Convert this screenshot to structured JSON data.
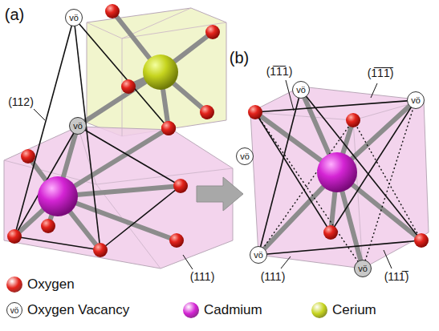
{
  "diagram": {
    "nodes": [
      {
        "text": [
          "vö"
        ]
      },
      {
        "text": [
          "vö"
        ]
      },
      {
        "text": [
          "vö"
        ]
      },
      {
        "text": [
          "vö"
        ]
      },
      {
        "text": [
          "vö"
        ]
      },
      {
        "text": [
          "vö"
        ]
      },
      {
        "text": [
          "vö"
        ]
      }
    ],
    "labels": [
      "(a)",
      "(b)",
      "(112)",
      "(111)",
      "(1̅1̅1)",
      "(1̅1̅1̅)",
      "(111)",
      "(111̅)",
      "vö"
    ],
    "legend": [
      {
        "text": "Oxygen",
        "color": "#e3231c"
      },
      {
        "text": "Oxygen Vacancy"
      },
      {
        "text": "Cadmium",
        "color": "#d424d4"
      },
      {
        "text": "Cerium",
        "color": "#c6d41e"
      }
    ]
  }
}
